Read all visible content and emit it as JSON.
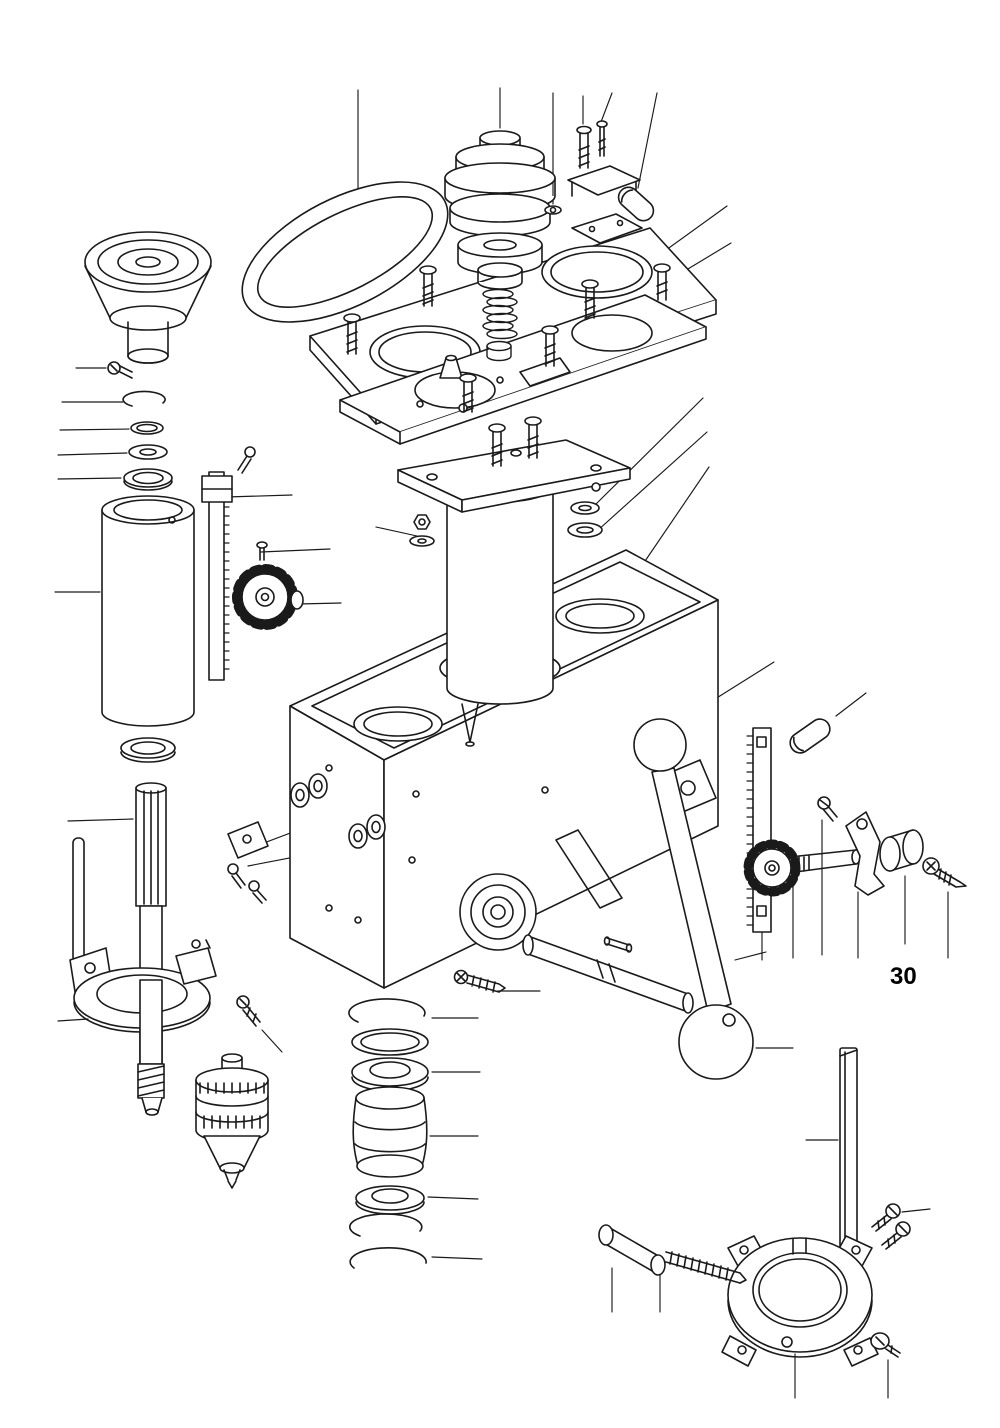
{
  "diagram": {
    "type": "exploded-parts-diagram",
    "labels": [
      {
        "id": "part-30",
        "text": "30"
      }
    ],
    "colors": {
      "background": "#ffffff",
      "line": "#1a1a1a",
      "label": "#000000"
    }
  }
}
